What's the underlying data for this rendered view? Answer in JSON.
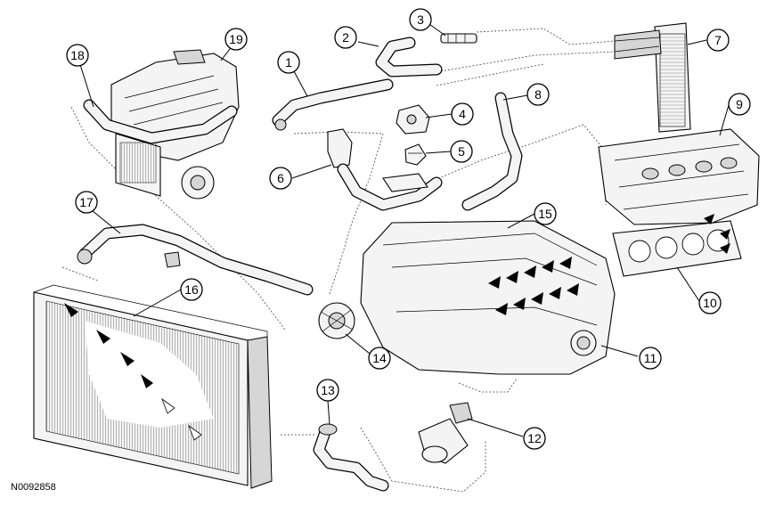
{
  "figure_id": "N0092858",
  "callouts": [
    {
      "label": "1"
    },
    {
      "label": "2"
    },
    {
      "label": "3"
    },
    {
      "label": "4"
    },
    {
      "label": "5"
    },
    {
      "label": "6"
    },
    {
      "label": "7"
    },
    {
      "label": "8"
    },
    {
      "label": "9"
    },
    {
      "label": "10"
    },
    {
      "label": "11"
    },
    {
      "label": "12"
    },
    {
      "label": "13"
    },
    {
      "label": "14"
    },
    {
      "label": "15"
    },
    {
      "label": "16"
    },
    {
      "label": "17"
    },
    {
      "label": "18"
    },
    {
      "label": "19"
    }
  ]
}
